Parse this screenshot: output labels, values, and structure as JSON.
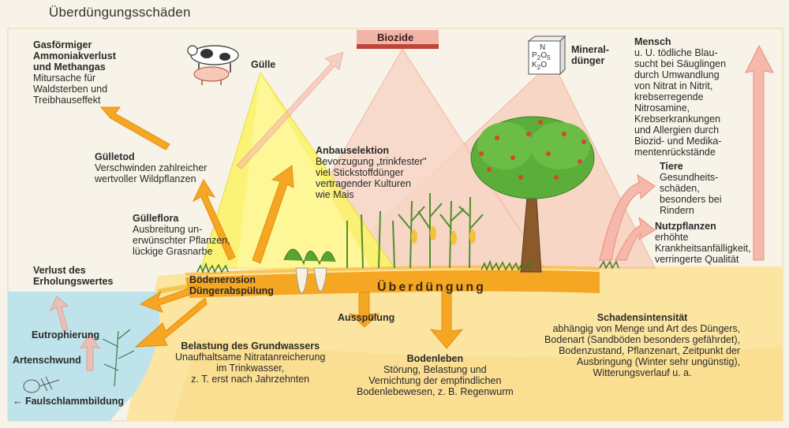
{
  "title": "Überdüngungsschäden",
  "center_label": "Überdüngung",
  "biozide": "Biozide",
  "guelle": "Gülle",
  "mineralduenger": [
    "Mineral-",
    "dünger"
  ],
  "fertilizer_bag": [
    "N",
    "P",
    "2",
    "O",
    "5",
    "K",
    "2",
    "O"
  ],
  "blocks": {
    "gas": {
      "head": [
        "Gasförmiger",
        "Ammoniakverlust",
        "und Methangas"
      ],
      "text": [
        "Mitursache für",
        "Waldsterben und",
        "Treibhauseffekt"
      ]
    },
    "guelletod": {
      "head": [
        "Gülletod"
      ],
      "text": [
        "Verschwinden zahlreicher",
        "wertvoller Wildpflanzen"
      ]
    },
    "guelleflora": {
      "head": [
        "Gülleflora"
      ],
      "text": [
        "Ausbreitung un-",
        "erwünschter Pflanzen,",
        "lückige Grasnarbe"
      ]
    },
    "anbau": {
      "head": [
        "Anbauselektion"
      ],
      "text": [
        "Bevorzugung „trinkfester\"",
        "viel Stickstoffdünger",
        "vertragender Kulturen",
        "wie Mais"
      ]
    },
    "mensch": {
      "head": [
        "Mensch"
      ],
      "text": [
        "u. U. tödliche Blau-",
        "sucht bei Säuglingen",
        "durch Umwandlung",
        "von Nitrat in Nitrit,",
        "krebserregende",
        "Nitrosamine,",
        "Krebserkrankungen",
        "und Allergien durch",
        "Biozid- und Medika-",
        "mentenrückstände"
      ]
    },
    "tiere": {
      "head": [
        "Tiere"
      ],
      "text": [
        "Gesundheits-",
        "schäden,",
        "besonders bei",
        "Rindern"
      ]
    },
    "nutz": {
      "head": [
        "Nutzpflanzen"
      ],
      "text": [
        "erhöhte",
        "Krankheitsanfälligkeit,",
        "verringerte Qualität"
      ]
    },
    "erholung": {
      "head": [
        "Verlust des",
        "Erholungswertes"
      ],
      "text": []
    },
    "erosion": {
      "head": [
        "Bödenerosion",
        "Düngerabspülung"
      ],
      "text": []
    },
    "eutro": {
      "head": [
        "Eutrophierung"
      ],
      "text": []
    },
    "arten": {
      "head": [
        "Artenschwund"
      ],
      "text": []
    },
    "faul": {
      "head": [
        "← Faulschlammbildung"
      ],
      "text": []
    },
    "grundwasser": {
      "head": [
        "Belastung des Grundwassers"
      ],
      "text": [
        "Unaufhaltsame Nitratanreicherung",
        "im Trinkwasser,",
        "z. T. erst nach Jahrzehnten"
      ]
    },
    "ausspuelung": {
      "head": [
        "Ausspülung"
      ],
      "text": []
    },
    "bodenleben": {
      "head": [
        "Bodenleben"
      ],
      "text": [
        "Störung, Belastung und",
        "Vernichtung der empfindlichen",
        "Bodenlebewesen, z. B. Regenwurm"
      ]
    },
    "schaden": {
      "head": [
        "Schadensintensität"
      ],
      "text": [
        "abhängig von Menge und Art des Düngers,",
        "Bodenart (Sandböden besonders gefährdet),",
        "Bodenzustand, Pflanzenart, Zeitpunkt der",
        "Ausbringung (Winter sehr ungünstig),",
        "Witterungsverlauf u. a."
      ]
    }
  },
  "colors": {
    "yellow_light": "#fbf25a",
    "orange": "#f5a623",
    "pink": "#f4c0b0",
    "water": "#bfe3ea",
    "soil": "#fbe7a0",
    "arrow_red": "#f2a39a"
  }
}
